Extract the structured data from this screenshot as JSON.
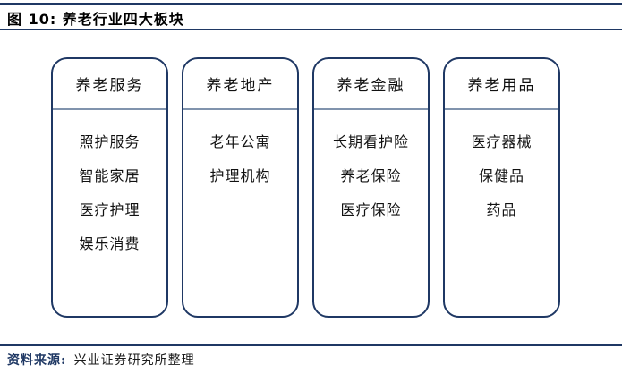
{
  "figure": {
    "title": "图 10: 养老行业四大板块"
  },
  "columns": [
    {
      "header": "养老服务",
      "items": [
        "照护服务",
        "智能家居",
        "医疗护理",
        "娱乐消费"
      ]
    },
    {
      "header": "养老地产",
      "items": [
        "老年公寓",
        "护理机构"
      ]
    },
    {
      "header": "养老金融",
      "items": [
        "长期看护险",
        "养老保险",
        "医疗保险"
      ]
    },
    {
      "header": "养老用品",
      "items": [
        "医疗器械",
        "保健品",
        "药品"
      ]
    }
  ],
  "footer": {
    "label": "资料来源:",
    "text": "兴业证券研究所整理"
  },
  "colors": {
    "accent": "#1f3864",
    "divider": "#8093ad"
  }
}
